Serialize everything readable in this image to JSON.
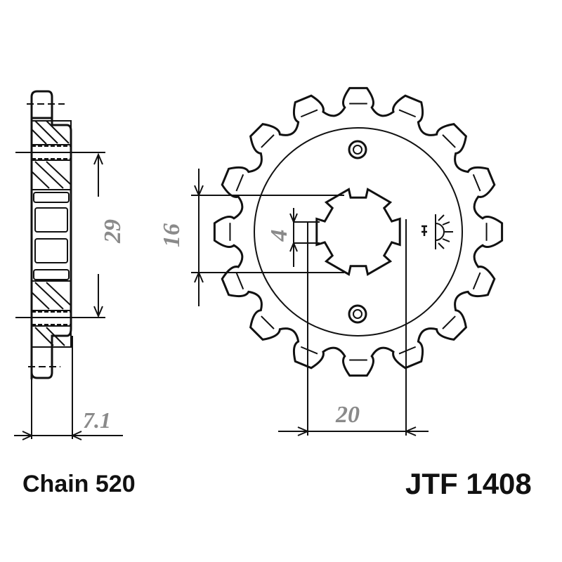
{
  "title": "JTF 1408",
  "labels": {
    "chain": "Chain 520",
    "part_number": "JTF 1408"
  },
  "dimensions": {
    "bolt_spacing": "29",
    "spline_outer": "16",
    "spline_key": "4",
    "bore_width": "20",
    "thickness": "7.1"
  },
  "sprocket": {
    "teeth": 16,
    "spline_count": 6,
    "mounting_holes": 2,
    "direction_symbol": "sun-mark-icon"
  },
  "colors": {
    "line": "#111111",
    "dimension_text": "#8a8a8a",
    "background": "#ffffff"
  }
}
